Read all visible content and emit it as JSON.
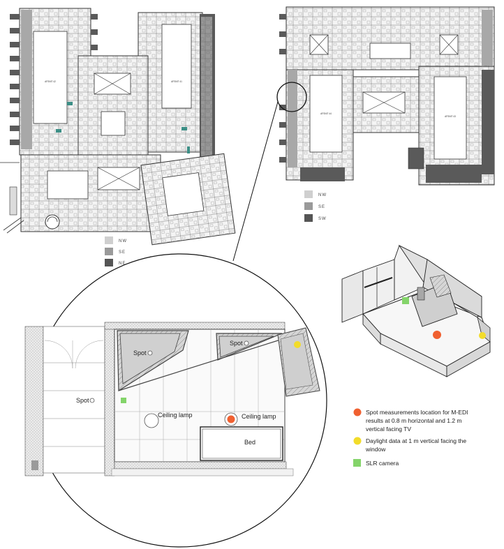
{
  "left_plan": {
    "wing_labels": [
      "AFSNIT 42",
      "AFSNIT 41"
    ],
    "key": [
      "NW",
      "SE",
      "NE"
    ],
    "key_colors": [
      "#cfcfcf",
      "#9a9a9a",
      "#555555"
    ]
  },
  "right_plan": {
    "wing_labels": [
      "AFSNIT 44",
      "AFSNIT 43"
    ],
    "key": [
      "NW",
      "SE",
      "SW"
    ],
    "key_colors": [
      "#cfcfcf",
      "#9a9a9a",
      "#555555"
    ]
  },
  "room_plan": {
    "spot_labels": [
      "Spot",
      "Spot",
      "Spot"
    ],
    "ceiling_lamp_labels": [
      "Ceiling lamp",
      "Ceiling lamp"
    ],
    "bed_label": "Bed"
  },
  "legend": {
    "items": [
      {
        "color": "#f06030",
        "shape": "circle",
        "lines": [
          "Spot measurements location for M-EDI",
          "results at 0.8 m horizontal and 1.2 m",
          "vertical facing TV"
        ]
      },
      {
        "color": "#f2dc2a",
        "shape": "circle",
        "lines": [
          "Daylight data at 1 m vertical  facing the",
          "window"
        ]
      },
      {
        "color": "#84d46a",
        "shape": "square",
        "lines": [
          "SLR camera"
        ]
      }
    ]
  }
}
